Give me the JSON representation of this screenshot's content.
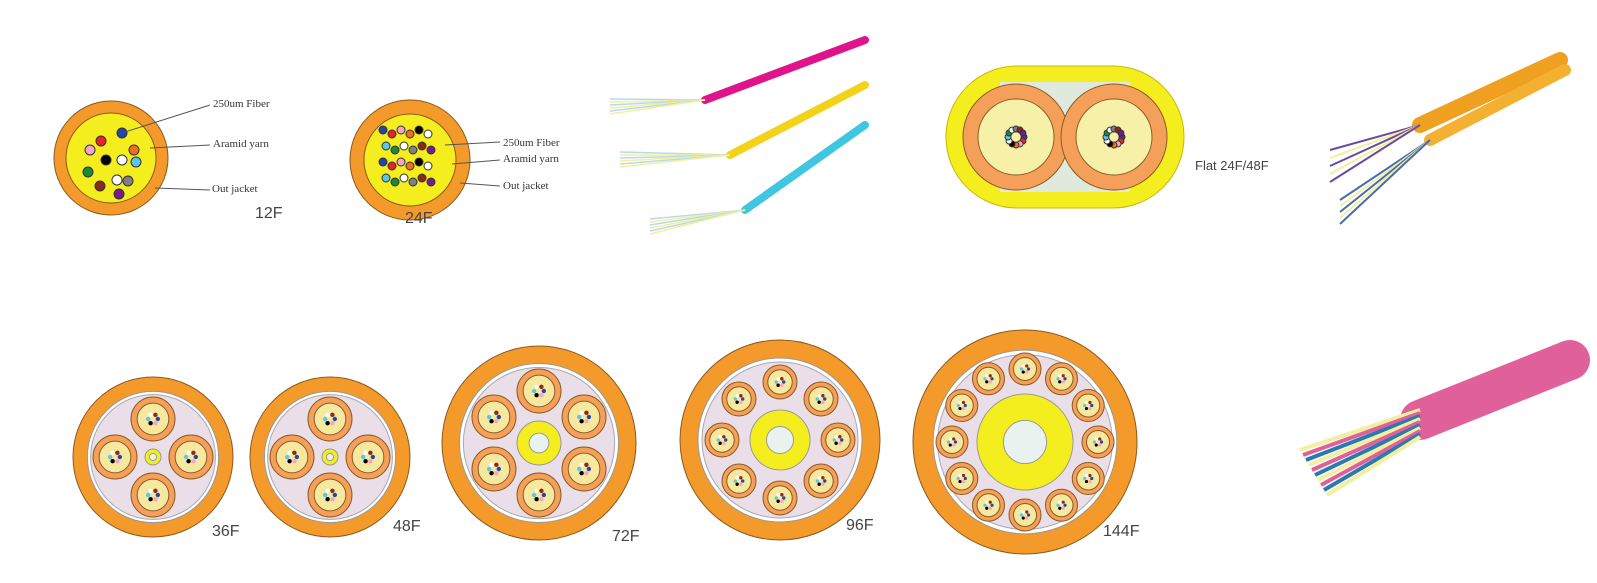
{
  "diagrams": {
    "d12": {
      "count_label": "12F",
      "labels": [
        "250um Fiber",
        "Aramid yarn",
        "Out jacket"
      ]
    },
    "d24": {
      "count_label": "24F",
      "labels": [
        "250um Fiber",
        "Aramid yarn",
        "Out jacket"
      ]
    },
    "flat": {
      "label": "Flat 24F/48F"
    },
    "d36": {
      "count_label": "36F"
    },
    "d48": {
      "count_label": "48F"
    },
    "d72": {
      "count_label": "72F"
    },
    "d96": {
      "count_label": "96F"
    },
    "d144": {
      "count_label": "144F"
    }
  },
  "colors": {
    "jacket": "#f39a2a",
    "yarn": "#f5ee1e",
    "subunit": "#f7cf9c",
    "fill": "#eadfe8",
    "pink": "#e0609a",
    "yellow_cable": "#f3d21a",
    "cyan_cable": "#3fc6e0",
    "magenta_cable": "#e0148a"
  },
  "fiber_colors": [
    "#2147a8",
    "#e8232a",
    "#f4a6c8",
    "#f07022",
    "#000000",
    "#ffffff",
    "#5ac8e6",
    "#1a8a3a",
    "#ffffff",
    "#808080",
    "#8b2a1a",
    "#7a1a8a"
  ]
}
